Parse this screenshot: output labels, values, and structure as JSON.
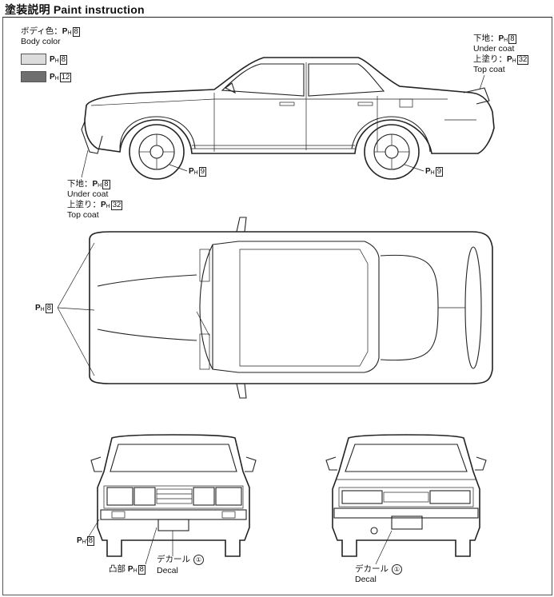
{
  "header": {
    "title": "塗装説明 Paint instruction"
  },
  "body_color": {
    "jp": "ボディ色：",
    "en": "Body color",
    "code": "8"
  },
  "swatches": [
    {
      "code": "8",
      "color": "#dcdcdc"
    },
    {
      "code": "12",
      "color": "#6f6f6f"
    }
  ],
  "rear_spoiler": {
    "under_jp": "下地：",
    "under_code": "8",
    "under_en": "Under coat",
    "top_jp": "上塗り：",
    "top_code": "32",
    "top_en": "Top coat"
  },
  "front_spoiler": {
    "under_jp": "下地：",
    "under_code": "8",
    "under_en": "Under coat",
    "top_jp": "上塗り：",
    "top_code": "32",
    "top_en": "Top coat"
  },
  "wheel_front": {
    "code": "9"
  },
  "wheel_rear": {
    "code": "9"
  },
  "top_view": {
    "code": "8"
  },
  "front_view": {
    "corner_code": "8",
    "relief_jp": "凸部",
    "relief_code": "8",
    "decal_jp": "デカール",
    "decal_en": "Decal",
    "decal_no": "①"
  },
  "rear_view": {
    "decal_jp": "デカール",
    "decal_en": "Decal",
    "decal_no": "①"
  },
  "code_prefix": {
    "p": "P",
    "h": "H"
  }
}
